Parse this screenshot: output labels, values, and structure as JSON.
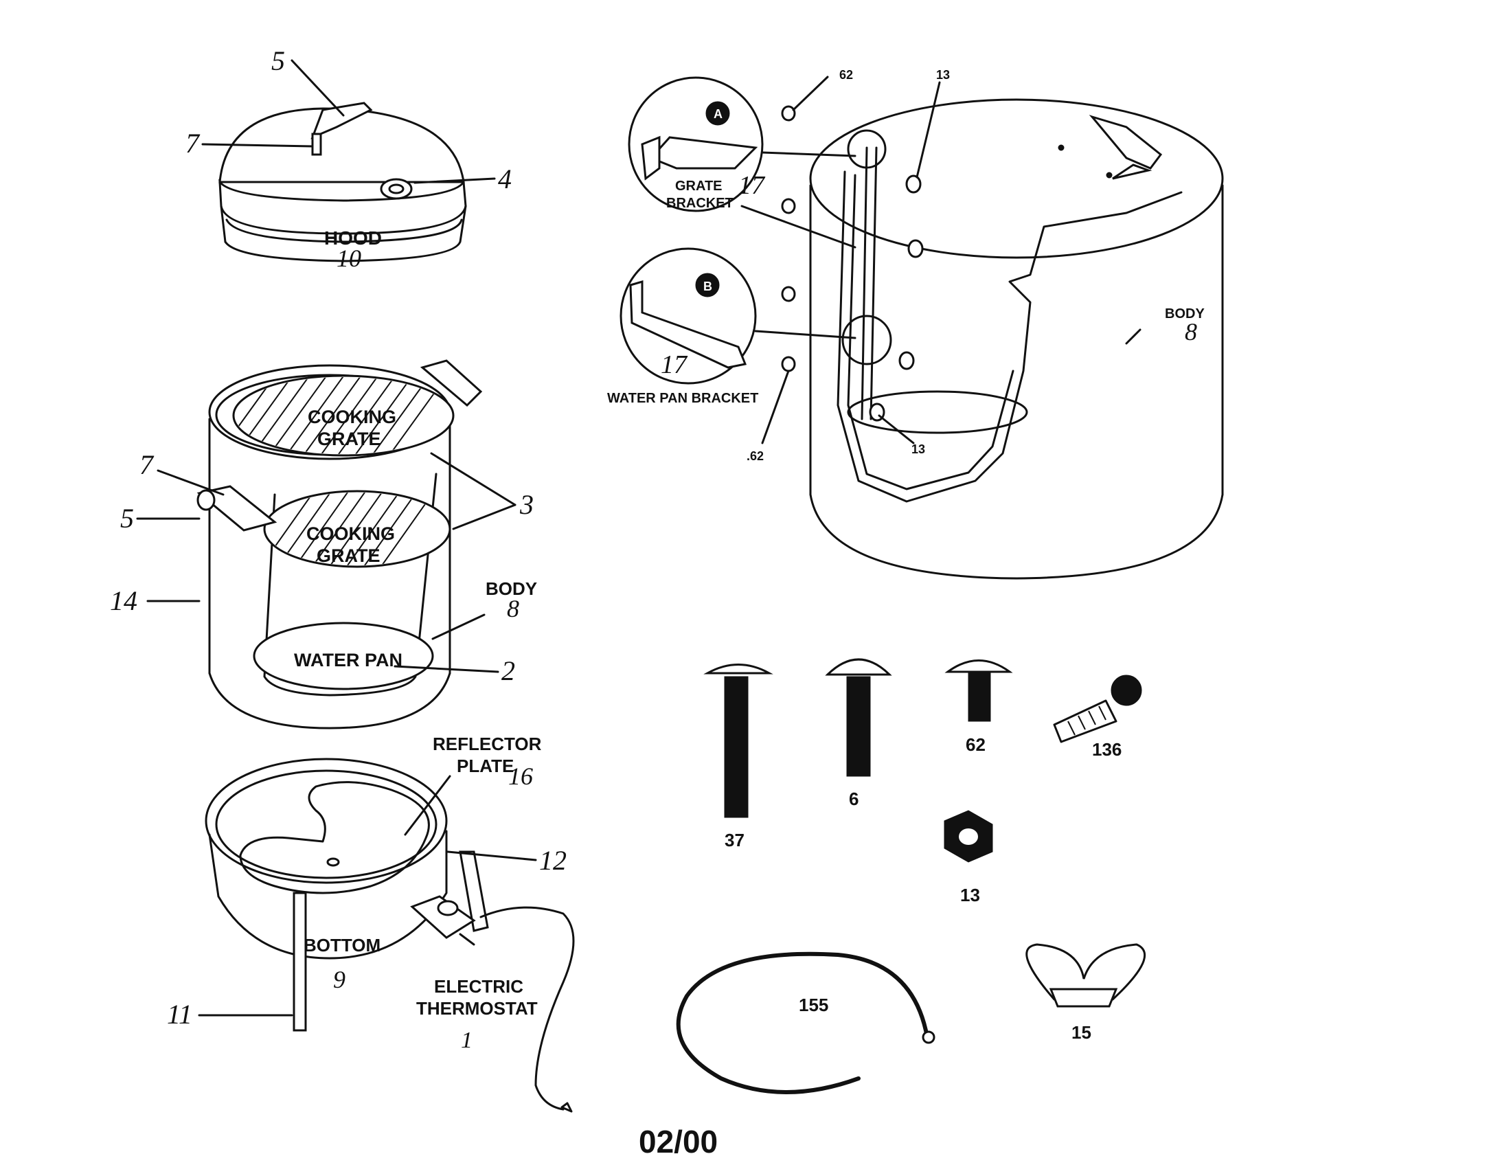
{
  "labels": {
    "hood": "HOOD",
    "cooking_grate_1": [
      "COOKING",
      "GRATE"
    ],
    "cooking_grate_2": [
      "COOKING",
      "GRATE"
    ],
    "water_pan": "WATER PAN",
    "body_left": "BODY",
    "body_right": "BODY",
    "reflector_plate": [
      "REFLECTOR",
      "PLATE"
    ],
    "bottom": "BOTTOM",
    "electric_thermostat": [
      "ELECTRIC",
      "THERMOSTAT"
    ],
    "grate_bracket": [
      "GRATE",
      "BRACKET"
    ],
    "water_pan_bracket": "WATER PAN BRACKET",
    "detail_a": "A",
    "detail_b": "B",
    "date_code": "02/00"
  },
  "callouts": {
    "hood_handle": "5",
    "hood_handle_bracket": "7",
    "hood_vent": "4",
    "hood_num": "10",
    "body_handle_bracket": "7",
    "body_handle": "5",
    "grates": "3",
    "body_shell": "14",
    "body_num": "8",
    "water_pan_num": "2",
    "reflector_num": "16",
    "element_num": "12",
    "leg_num": "11",
    "bottom_num": "9",
    "thermostat_num": "1",
    "bracket_a_num": "17",
    "bracket_b_num": "17",
    "screw_top": "62",
    "screw_bottom": ".62",
    "nut_top": "13",
    "nut_bottom": "13",
    "body_right_num": "8"
  },
  "hardware": {
    "bolt_long": "37",
    "carriage_bolt": "6",
    "screw_short": "62",
    "tap_screw": "136",
    "keps_nut": "13",
    "cord_wrap": "155",
    "wing_nut": "15"
  }
}
